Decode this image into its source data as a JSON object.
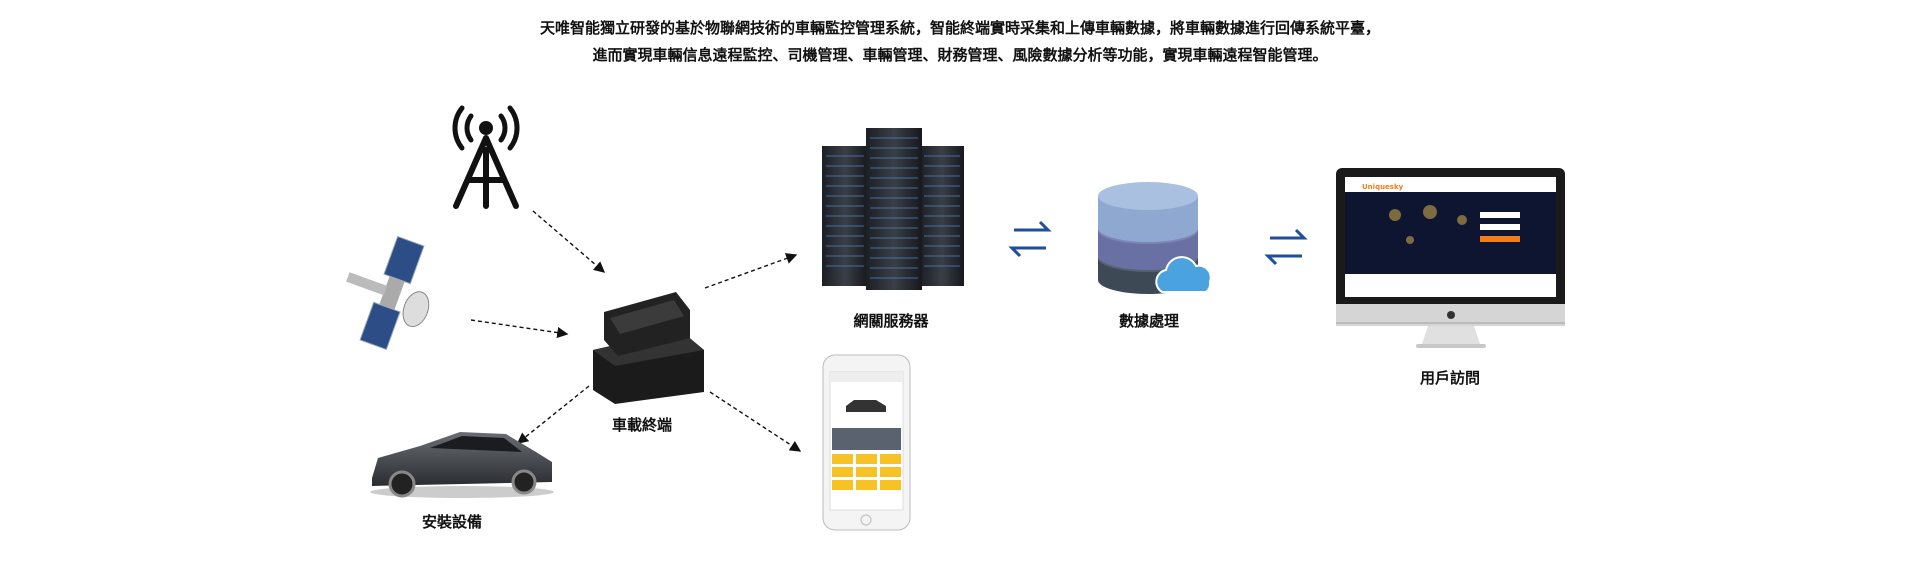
{
  "intro": {
    "line1": "天唯智能獨立研發的基於物聯網技術的車輛監控管理系統，智能終端實時采集和上傳車輛數據，將車輛數據進行回傳系統平臺，",
    "line2": "進而實現車輛信息遠程監控、司機管理、車輛管理、財務管理、風險數據分析等功能，實現車輛遠程智能管理。"
  },
  "nodes": {
    "terminal": "車載終端",
    "install": "安裝設備",
    "gateway": "網關服務器",
    "data": "數據處理",
    "user": "用戶訪問"
  },
  "monitor_brand": "Uniquesky",
  "icons": [
    "signal-tower-icon",
    "satellite-icon",
    "obd-device-icon",
    "car-icon",
    "server-rack-icon",
    "database-cloud-icon",
    "imac-monitor-icon",
    "smartphone-icon",
    "bidirectional-arrow-icon"
  ],
  "colors": {
    "arrow_blue": "#1f4e9a",
    "brand_orange": "#f07c1a"
  }
}
